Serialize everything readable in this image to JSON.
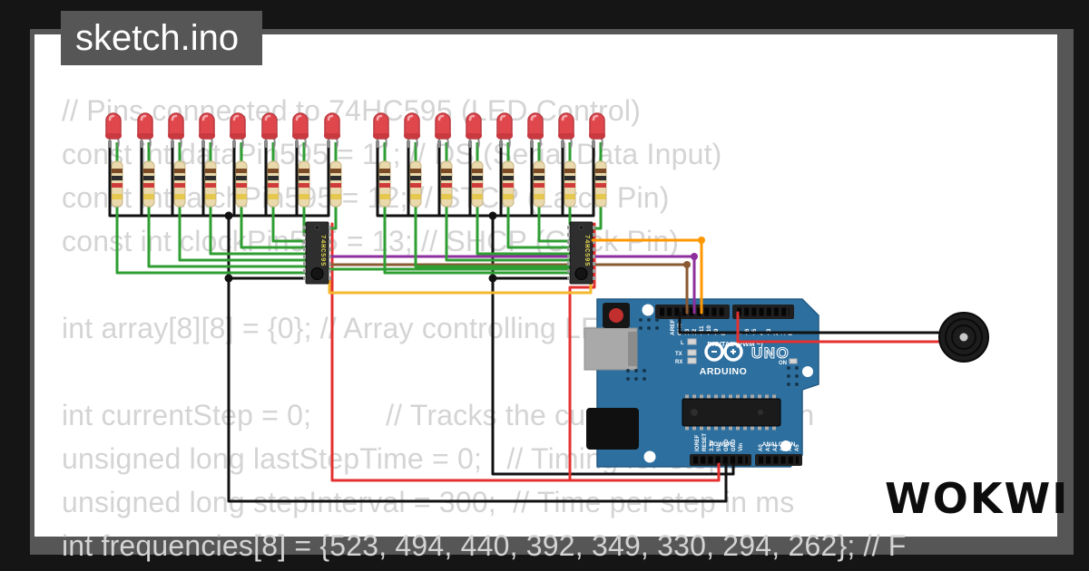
{
  "title": {
    "filename": "sketch.ino"
  },
  "code": {
    "lines": [
      "// Pins connected to 74HC595 (LED Control)",
      "const int dataPin595 = 11; // DS (Serial Data Input)",
      "const int latchPin595 = 12; // STCP (Latch Pin)",
      "const int clockPin595 = 13; // SHCP (Clock Pin)",
      "int array[8][8] = {0}; // Array controlling LEDs",
      "int currentStep = 0;         // Tracks the current LED column",
      "unsigned long lastStepTime = 0;   // Timing for steps",
      "unsigned long stepInterval = 300;  // Time per step in ms",
      "int frequencies[8] = {523, 494, 440, 392, 349, 330, 294, 262}; // F"
    ]
  },
  "logo": {
    "text": "WOKWI"
  },
  "circuit": {
    "chip_label": "74HC595",
    "led_count": 16,
    "resistor_count": 16,
    "colors": {
      "board_blue": "#2d6f9f",
      "wire_green": "#2f9e33",
      "wire_red": "#e53030",
      "wire_black": "#111111",
      "wire_yellow": "#f5b82e",
      "wire_orange": "#ff9800",
      "wire_purple": "#8e2f9e",
      "wire_brown": "#8a5a32",
      "led_red": "#e0474d"
    },
    "arduino": {
      "digital_label": "DIGITAL (PWM ~)",
      "power_label": "POWER",
      "analog_label": "ANALOG IN",
      "uno_label": "UNO",
      "brand_label": "ARDUINO",
      "on_label": "ON",
      "l_label": "L",
      "tx_label": "TX",
      "rx_label": "RX",
      "digital_left": [
        "AREF",
        "GND",
        "13",
        "12",
        "~11",
        "~10",
        "~9",
        "8"
      ],
      "digital_right": [
        "7",
        "~6",
        "~5",
        "4",
        "~3",
        "2",
        "1",
        "0"
      ],
      "power_pins": [
        "IOREF",
        "RESET",
        "3.3V",
        "5V",
        "GND",
        "GND",
        "Vin"
      ],
      "analog_pins": [
        "A0",
        "A1",
        "A2",
        "A3",
        "A4",
        "A5"
      ]
    }
  }
}
